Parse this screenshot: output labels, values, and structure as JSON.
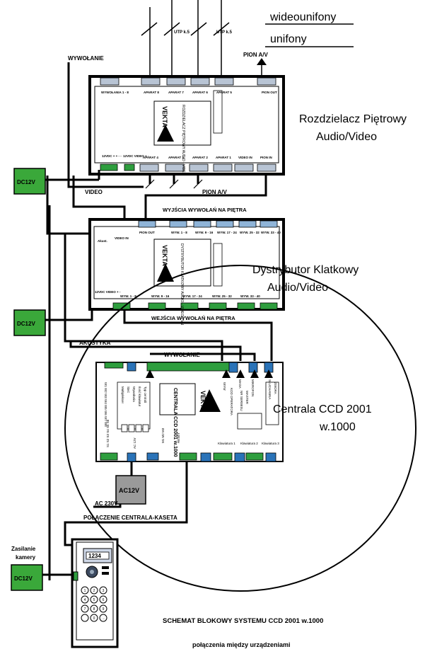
{
  "header": {
    "wideounifony": "wideounifony",
    "unifony": "unifony",
    "utp1": "UTP k.5",
    "utp2": "UTP k.5",
    "pion_av_top": "PION A/V",
    "wywolanie_top": "WYWOŁANIE"
  },
  "rozdzielacz": {
    "title_line1": "Rozdzielacz Piętrowy",
    "title_line2": "Audio/Video",
    "top_labels": [
      "WYWOŁANIA 1 - 8",
      "APARAT 8",
      "APARAT 7",
      "APARAT 6",
      "APARAT 5",
      "PION OUT"
    ],
    "bottom_labels": [
      "12VDC + + - -",
      "12VDC VIDEO + -",
      "APARAT 4",
      "APARAT 3",
      "APARAT 2",
      "APARAT 1",
      "VIDEO IN",
      "PION IN"
    ],
    "inner_text": "ROZDZIELACZ PIĘTROWY AUDIO - VIDEO",
    "logo": "VEKTA"
  },
  "dystrybutor": {
    "title_line1": "Dystrybutor Klatkowy",
    "title_line2": "Audio/Video",
    "top_labels": [
      "PION OUT",
      "WYW. 1 - 8",
      "WYW. 9 - 16",
      "WYW. 17 - 24",
      "WYW. 25 - 32",
      "WYW. 33 - 40"
    ],
    "bottom_labels": [
      "12VDC VIDEO + -",
      "WYW. 1 - 8",
      "WYW. 9 - 16",
      "WYW. 17 - 24",
      "WYW. 25 - 32",
      "WYW. 33 - 40"
    ],
    "left_labels": [
      "Akust.",
      "VIDEO IN"
    ],
    "inner_text": "DYSTRYBUTOR KLATKOWY AUDIO - VIDEO PVN",
    "logo": "VEKTA"
  },
  "centrala": {
    "title_line1": "Centrala CCD 2001",
    "title_line2": "w.1000",
    "inner_title": "CENTRALA CCD 2001 w.1000",
    "logo": "VEKTA",
    "labels": [
      "MASA",
      "MIKROFON",
      "SŁUCHAWKA",
      "KOD OPERATORA",
      "MASTER",
      "NR SERWISU",
      "RESET",
      "AC 12V",
      "Klawiatura 1",
      "Klawiatura 2",
      "Klawiatura 3",
      "M1 M2 M3",
      "W1 W2 W3 W4 W5 W6 W7 W8",
      "Typ centrali",
      "Ilość klawiatur",
      "Wywołania",
      "Sieć",
      "Multiplekser",
      "S1 S2 S3 S4 S5 S6",
      "ZWORA",
      "WYW"
    ]
  },
  "wires": {
    "video": "VIDEO",
    "pion_av_mid": "PION A/V",
    "wyjscia": "WYJŚCIA WYWOŁAŃ  NA PIĘTRA",
    "wejscia": "WEJŚCIA WYWOŁAŃ NA PIĘTRA",
    "akustyka": "AKUSTYKA",
    "wywolanie_centrala": "WYWOŁANIE",
    "polaczenie": "POŁĄCZENIE CENTRALA-KASETA"
  },
  "power": {
    "dc1": "DC12V",
    "dc2": "DC12V",
    "dc3": "DC12V",
    "ac": "AC12V",
    "ac230": "AC 230V",
    "zasilanie": "Zasilanie",
    "kamery": "kamery"
  },
  "kaseta": {
    "display": "1234",
    "keys": [
      "1",
      "2",
      "3",
      "4",
      "5",
      "6",
      "7",
      "8",
      "9",
      "",
      "0",
      "→"
    ]
  },
  "footer": {
    "title": "SCHEMAT BLOKOWY SYSTEMU CCD 2001 w.1000",
    "subtitle": "połączenia między urządzeniami"
  },
  "colors": {
    "green": "#2e9e3e",
    "blue": "#2a73b8",
    "grey": "#b0b0b0",
    "dc_fill": "#3aa83a",
    "ac_fill": "#9a9a9a"
  }
}
